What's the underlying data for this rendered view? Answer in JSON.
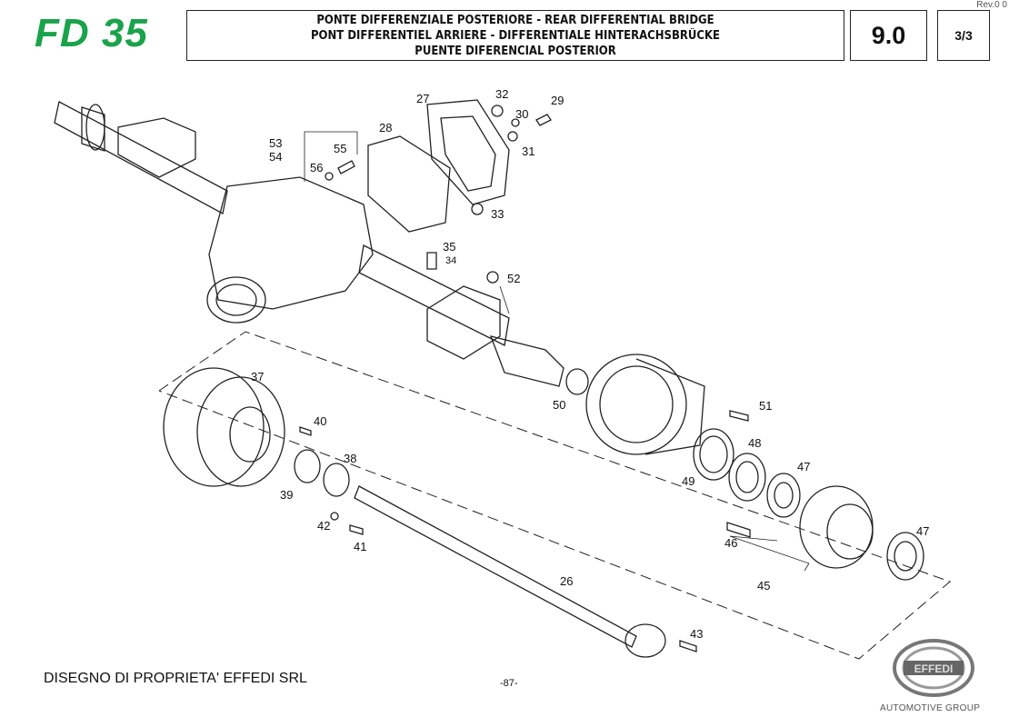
{
  "header": {
    "model": "FD 35",
    "title_lines": [
      "PONTE DIFFERENZIALE POSTERIORE - REAR DIFFERENTIAL BRIDGE",
      "PONT DIFFERENTIEL ARRIERE - DIFFERENTIALE HINTERACHSBRÜCKE",
      "PUENTE DIFERENCIAL POSTERIOR"
    ],
    "section": "9.0",
    "page_of": "3/3",
    "revision": "Rev.0 0"
  },
  "part_labels": [
    "27",
    "32",
    "29",
    "30",
    "31",
    "28",
    "53",
    "54",
    "55",
    "56",
    "33",
    "35",
    "34",
    "52",
    "50",
    "51",
    "37",
    "40",
    "48",
    "47",
    "49",
    "38",
    "39",
    "42",
    "41",
    "46",
    "47",
    "45",
    "26",
    "43"
  ],
  "footer": {
    "owner": "DISEGNO DI PROPRIETA' EFFEDI SRL",
    "page_number": "-87-",
    "logo_text": "EFFEDI",
    "group": "AUTOMOTIVE GROUP"
  }
}
